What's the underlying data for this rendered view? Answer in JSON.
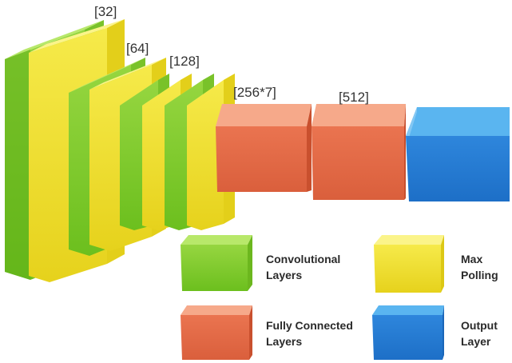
{
  "labels": {
    "l32": "[32]",
    "l64": "[64]",
    "l128": "[128]",
    "l256": "[256*7]",
    "l512": "[512]"
  },
  "legend": {
    "conv": [
      "Convolutional",
      "Layers"
    ],
    "pool": [
      "Max",
      "Polling"
    ],
    "fc": [
      "Fully Connected",
      "Layers"
    ],
    "out": [
      "Output",
      "Layer"
    ]
  },
  "colors": {
    "conv": "#8fd13a",
    "pool": "#f2e23a",
    "fc": "#ee7a55",
    "out": "#2f86dc"
  }
}
